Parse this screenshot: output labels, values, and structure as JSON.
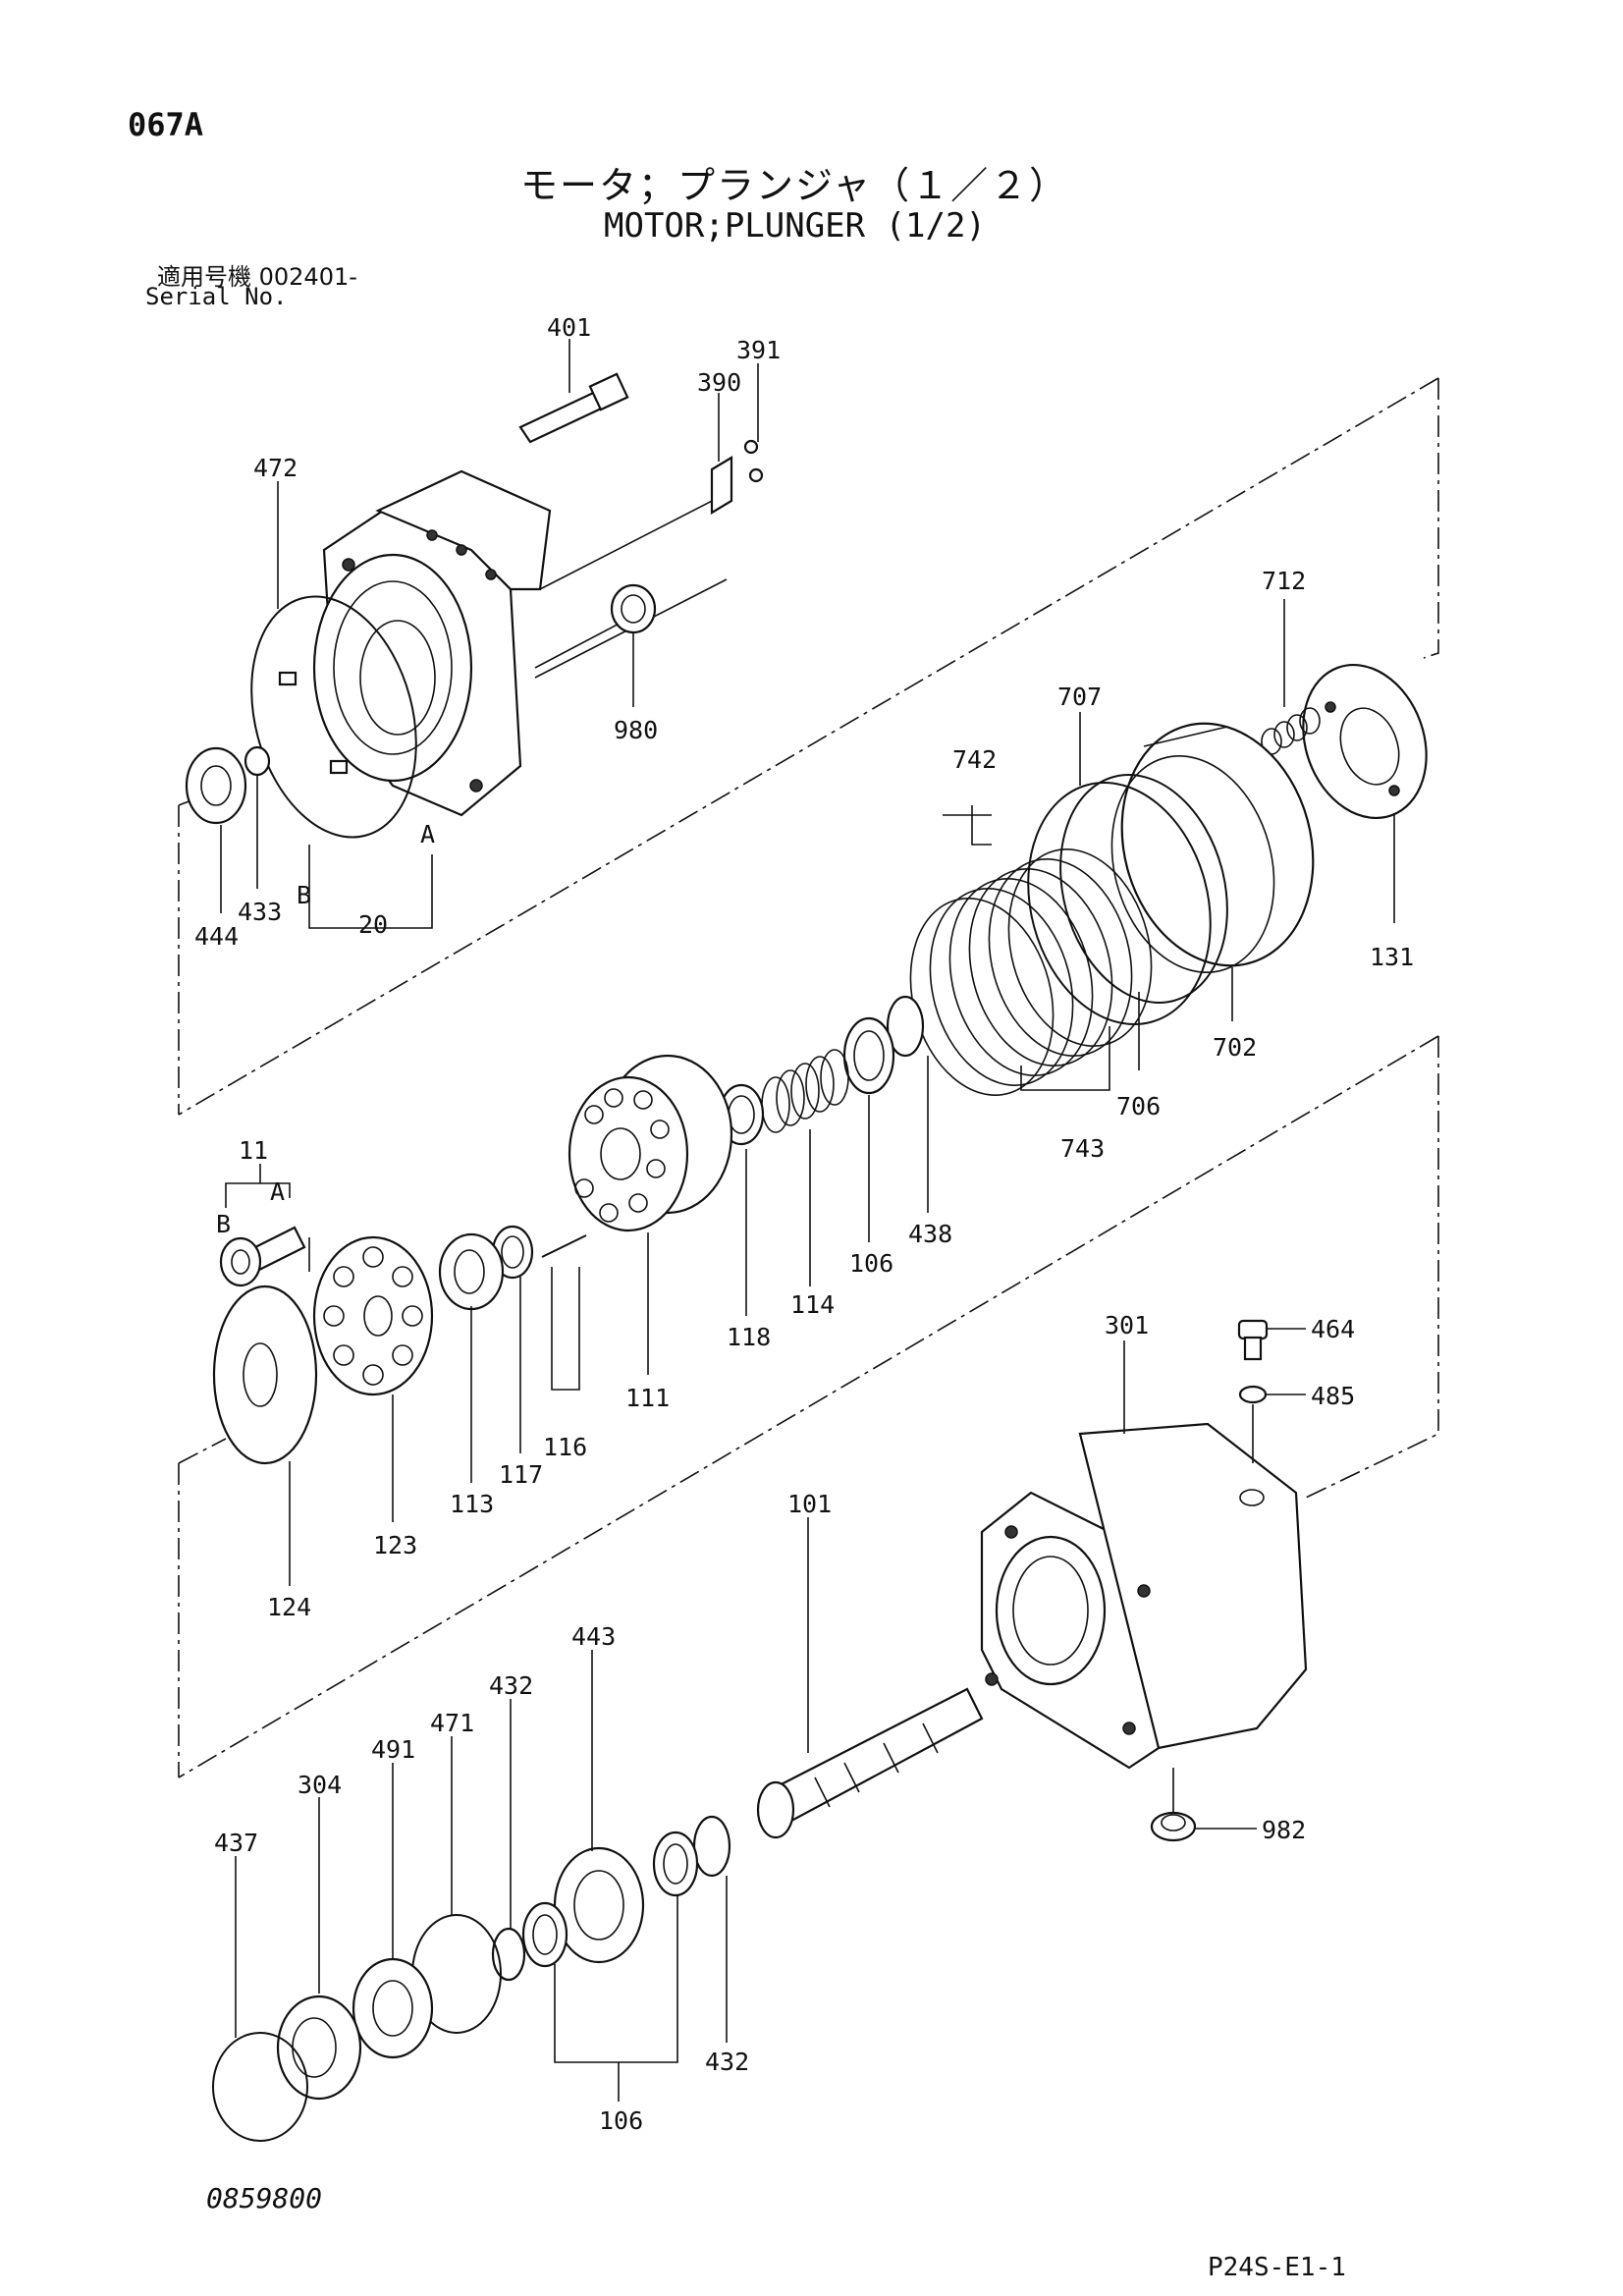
{
  "header": {
    "page_code": "067A",
    "title_jp": "モータ；プランジャ（１／２）",
    "title_en": "MOTOR;PLUNGER (1/2)",
    "serial_label_jp": "適用号機 002401-",
    "serial_label_en": "Serial No."
  },
  "footer": {
    "drawing_number": "0859800",
    "page_ref": "P24S-E1-1"
  },
  "callouts": {
    "c401": "401",
    "c391": "391",
    "c390": "390",
    "c472": "472",
    "c980": "980",
    "c712": "712",
    "c707": "707",
    "c742": "742",
    "c444": "444",
    "c433": "433",
    "c20": "20",
    "c131": "131",
    "c702": "702",
    "c706": "706",
    "c743": "743",
    "c11": "11",
    "c111": "111",
    "c118": "118",
    "c114": "114",
    "c106a": "106",
    "c438": "438",
    "c113": "113",
    "c117": "117",
    "c116": "116",
    "c123": "123",
    "c124": "124",
    "c301": "301",
    "c464": "464",
    "c485": "485",
    "c101": "101",
    "c982": "982",
    "c443": "443",
    "c432a": "432",
    "c471": "471",
    "c491": "491",
    "c304": "304",
    "c437": "437",
    "c432b": "432",
    "c106b": "106",
    "lblA1": "A",
    "lblB1": "B",
    "lblA2": "A",
    "lblB2": "B"
  }
}
